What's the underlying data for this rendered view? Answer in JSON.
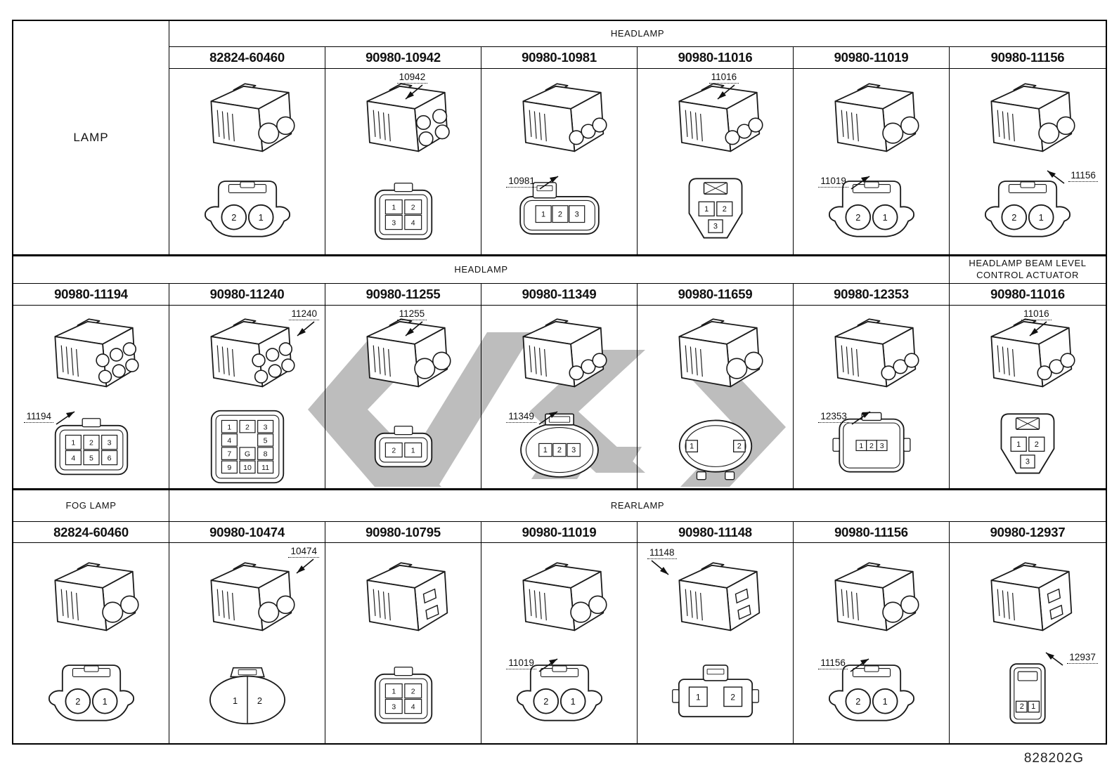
{
  "title_block": {
    "doc_code": "828202G"
  },
  "watermark": {
    "color": "#bdbdbd"
  },
  "sections": [
    {
      "side_label": "LAMP",
      "cells_start_col": 2,
      "headers": [
        {
          "lines": [
            "HEADLAMP"
          ],
          "col_start": 2,
          "col_end": 8
        }
      ],
      "cells": [
        {
          "part": "82824-60460",
          "iso": {
            "pins": 2,
            "style": "blob"
          },
          "callout": null,
          "face": {
            "type": "circles",
            "pins": [
              "2",
              "1"
            ]
          }
        },
        {
          "part": "90980-10942",
          "iso": {
            "pins": 4
          },
          "callout": {
            "text": "10942",
            "pos": "top"
          },
          "face": {
            "type": "grid",
            "rows": [
              [
                "1",
                "2"
              ],
              [
                "3",
                "4"
              ]
            ]
          }
        },
        {
          "part": "90980-10981",
          "iso": {
            "pins": 3
          },
          "callout": {
            "text": "10981",
            "pos": "bottom"
          },
          "face": {
            "type": "row",
            "pins": [
              "1",
              "2",
              "3"
            ]
          }
        },
        {
          "part": "90980-11016",
          "iso": {
            "pins": 3
          },
          "callout": {
            "text": "11016",
            "pos": "top"
          },
          "face": {
            "type": "stack",
            "top": [
              "1",
              "2"
            ],
            "bottom": [
              "3"
            ]
          }
        },
        {
          "part": "90980-11019",
          "iso": {
            "pins": 2
          },
          "callout": {
            "text": "11019",
            "pos": "bottom"
          },
          "face": {
            "type": "circles",
            "pins": [
              "2",
              "1"
            ]
          }
        },
        {
          "part": "90980-11156",
          "iso": {
            "pins": 2
          },
          "callout": {
            "text": "11156",
            "pos": "bottom-right"
          },
          "face": {
            "type": "circles",
            "pins": [
              "2",
              "1"
            ]
          }
        }
      ]
    },
    {
      "side_label": null,
      "cells_start_col": 1,
      "headers": [
        {
          "lines": [
            "HEADLAMP"
          ],
          "col_start": 1,
          "col_end": 7
        },
        {
          "lines": [
            "HEADLAMP BEAM LEVEL",
            "CONTROL ACTUATOR"
          ],
          "col_start": 7,
          "col_end": 8
        }
      ],
      "cells": [
        {
          "part": "90980-11194",
          "iso": {
            "pins": 6
          },
          "callout": {
            "text": "11194",
            "pos": "bottom-left"
          },
          "face": {
            "type": "grid",
            "rows": [
              [
                "1",
                "2",
                "3"
              ],
              [
                "4",
                "5",
                "6"
              ]
            ]
          }
        },
        {
          "part": "90980-11240",
          "iso": {
            "pins": 6
          },
          "callout": {
            "text": "11240",
            "pos": "top-right"
          },
          "face": {
            "type": "grid",
            "rows": [
              [
                "1",
                "2",
                "3"
              ],
              [
                "4",
                "",
                "5"
              ],
              [
                "7",
                "G",
                "8"
              ],
              [
                "9",
                "10",
                "11"
              ]
            ]
          }
        },
        {
          "part": "90980-11255",
          "iso": {
            "pins": 2
          },
          "callout": {
            "text": "11255",
            "pos": "top"
          },
          "face": {
            "type": "grid",
            "rows": [
              [
                "2",
                "1"
              ]
            ]
          }
        },
        {
          "part": "90980-11349",
          "iso": {
            "pins": 3
          },
          "callout": {
            "text": "11349",
            "pos": "bottom"
          },
          "face": {
            "type": "oval-row",
            "pins": [
              "1",
              "2",
              "3"
            ]
          }
        },
        {
          "part": "90980-11659",
          "iso": {
            "pins": 2
          },
          "callout": null,
          "face": {
            "type": "oval-boxes",
            "pins": [
              "1",
              "2"
            ]
          }
        },
        {
          "part": "90980-12353",
          "iso": {
            "pins": 3
          },
          "callout": {
            "text": "12353",
            "pos": "bottom"
          },
          "face": {
            "type": "row-small",
            "pins": [
              "1",
              "2",
              "3"
            ]
          }
        },
        {
          "part": "90980-11016",
          "iso": {
            "pins": 3
          },
          "callout": {
            "text": "11016",
            "pos": "top"
          },
          "face": {
            "type": "stack",
            "top": [
              "1",
              "2"
            ],
            "bottom": [
              "3"
            ]
          }
        }
      ]
    },
    {
      "side_label": null,
      "cells_start_col": 1,
      "headers": [
        {
          "lines": [
            "FOG LAMP"
          ],
          "col_start": 1,
          "col_end": 2
        },
        {
          "lines": [
            "REARLAMP"
          ],
          "col_start": 2,
          "col_end": 8
        }
      ],
      "cells": [
        {
          "part": "82824-60460",
          "iso": {
            "pins": 2,
            "style": "blob"
          },
          "callout": null,
          "face": {
            "type": "circles",
            "pins": [
              "2",
              "1"
            ]
          }
        },
        {
          "part": "90980-10474",
          "iso": {
            "pins": 2
          },
          "callout": {
            "text": "10474",
            "pos": "top-right"
          },
          "face": {
            "type": "oval-split",
            "pins": [
              "1",
              "2"
            ]
          }
        },
        {
          "part": "90980-10795",
          "iso": {
            "pins": 0,
            "style": "rect"
          },
          "callout": null,
          "face": {
            "type": "grid",
            "rows": [
              [
                "1",
                "2"
              ],
              [
                "3",
                "4"
              ]
            ]
          }
        },
        {
          "part": "90980-11019",
          "iso": {
            "pins": 2
          },
          "callout": {
            "text": "11019",
            "pos": "bottom"
          },
          "face": {
            "type": "circles",
            "pins": [
              "2",
              "1"
            ]
          }
        },
        {
          "part": "90980-11148",
          "iso": {
            "pins": 0,
            "style": "rect"
          },
          "callout": {
            "text": "11148",
            "pos": "top-left"
          },
          "face": {
            "type": "boxes2",
            "pins": [
              "1",
              "2"
            ]
          }
        },
        {
          "part": "90980-11156",
          "iso": {
            "pins": 2
          },
          "callout": {
            "text": "11156",
            "pos": "bottom"
          },
          "face": {
            "type": "circles",
            "pins": [
              "2",
              "1"
            ]
          }
        },
        {
          "part": "90980-12937",
          "iso": {
            "pins": 0,
            "style": "rect"
          },
          "callout": {
            "text": "12937",
            "pos": "bottom-right"
          },
          "face": {
            "type": "box-row",
            "pins": [
              "2",
              "1"
            ]
          }
        }
      ]
    }
  ]
}
